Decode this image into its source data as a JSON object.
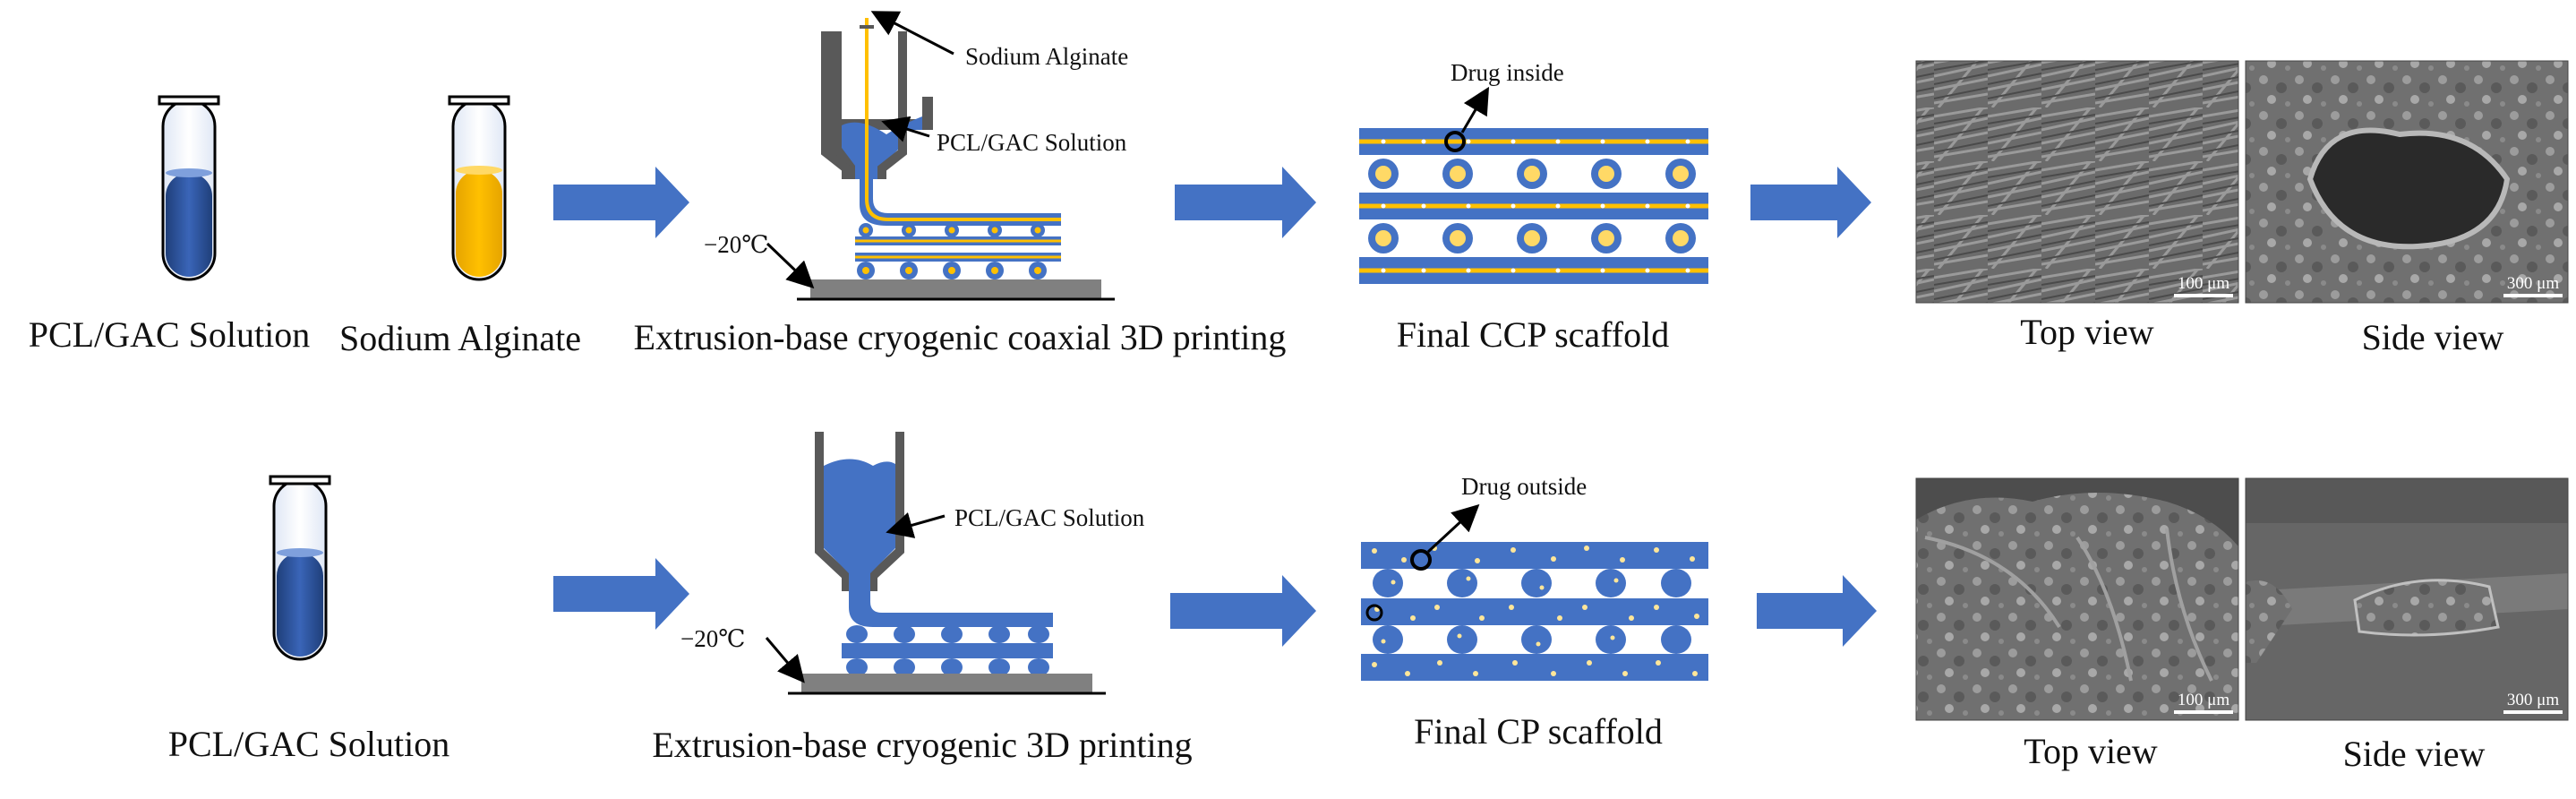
{
  "colors": {
    "blue": "#4472c4",
    "dark_blue": "#2f5597",
    "yellow": "#ffc000",
    "gray": "#808080",
    "sem_bg": "#5a5a5a"
  },
  "row1": {
    "tube1_label": "PCL/GAC Solution",
    "tube2_label": "Sodium Alginate",
    "printer_label": "Extrusion-base cryogenic coaxial 3D printing",
    "callout_alginate": "Sodium Alginate",
    "callout_solution": "PCL/GAC Solution",
    "temperature": "−20℃",
    "scaffold_callout": "Drug inside",
    "scaffold_label": "Final CCP scaffold",
    "sem_top_label": "Top view",
    "sem_side_label": "Side view",
    "scale_top": "100 μm",
    "scale_side": "300 μm"
  },
  "row2": {
    "tube_label": "PCL/GAC Solution",
    "printer_label": "Extrusion-base cryogenic 3D printing",
    "callout_solution": "PCL/GAC Solution",
    "temperature": "−20℃",
    "scaffold_callout": "Drug outside",
    "scaffold_label": "Final CP scaffold",
    "sem_top_label": "Top view",
    "sem_side_label": "Side view",
    "scale_top": "100 μm",
    "scale_side": "300 μm"
  }
}
